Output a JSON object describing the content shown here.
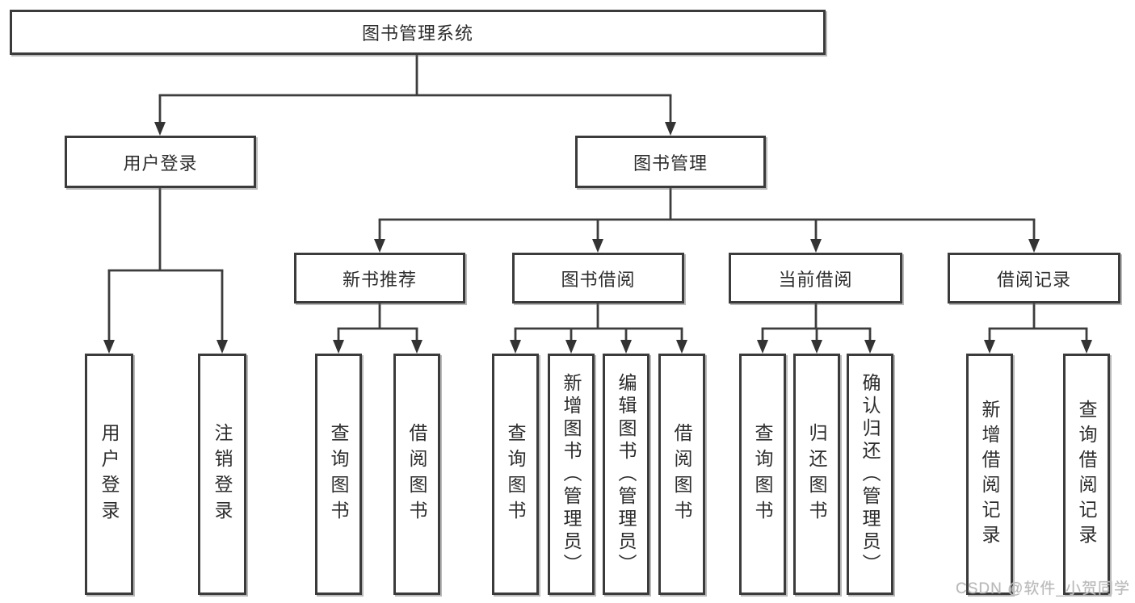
{
  "diagram": {
    "nodes": {
      "root": {
        "label": "图书管理系统"
      },
      "user_login": {
        "label": "用户登录"
      },
      "book_mgmt": {
        "label": "图书管理"
      },
      "new_book_rec": {
        "label": "新书推荐"
      },
      "book_borrow": {
        "label": "图书借阅"
      },
      "current_borrow": {
        "label": "当前借阅"
      },
      "borrow_records": {
        "label": "借阅记录"
      },
      "ul_login": {
        "label": "用户登录"
      },
      "ul_logout": {
        "label": "注销登录"
      },
      "nr_query": {
        "label": "查询图书"
      },
      "nr_borrow": {
        "label": "借阅图书"
      },
      "bb_query": {
        "label": "查询图书"
      },
      "bb_add": {
        "label": "新增图书（管理员）"
      },
      "bb_edit": {
        "label": "编辑图书（管理员）"
      },
      "bb_borrow": {
        "label": "借阅图书"
      },
      "cb_query": {
        "label": "查询图书"
      },
      "cb_return": {
        "label": "归还图书"
      },
      "cb_confirm": {
        "label": "确认归还（管理员）"
      },
      "br_add": {
        "label": "新增借阅记录"
      },
      "br_query": {
        "label": "查询借阅记录"
      }
    },
    "hierarchy": {
      "root": [
        "user_login",
        "book_mgmt"
      ],
      "user_login": [
        "ul_login",
        "ul_logout"
      ],
      "book_mgmt": [
        "new_book_rec",
        "book_borrow",
        "current_borrow",
        "borrow_records"
      ],
      "new_book_rec": [
        "nr_query",
        "nr_borrow"
      ],
      "book_borrow": [
        "bb_query",
        "bb_add",
        "bb_edit",
        "bb_borrow"
      ],
      "current_borrow": [
        "cb_query",
        "cb_return",
        "cb_confirm"
      ],
      "borrow_records": [
        "br_add",
        "br_query"
      ]
    },
    "watermark": {
      "text": "CSDN @软件_小贺同学"
    },
    "colors": {
      "border": "#3b3b3b",
      "line": "#3d3d3d",
      "arrow": "#333333",
      "text": "#2d2d2d",
      "watermark": "#b9b9b9",
      "background": "#ffffff"
    }
  }
}
